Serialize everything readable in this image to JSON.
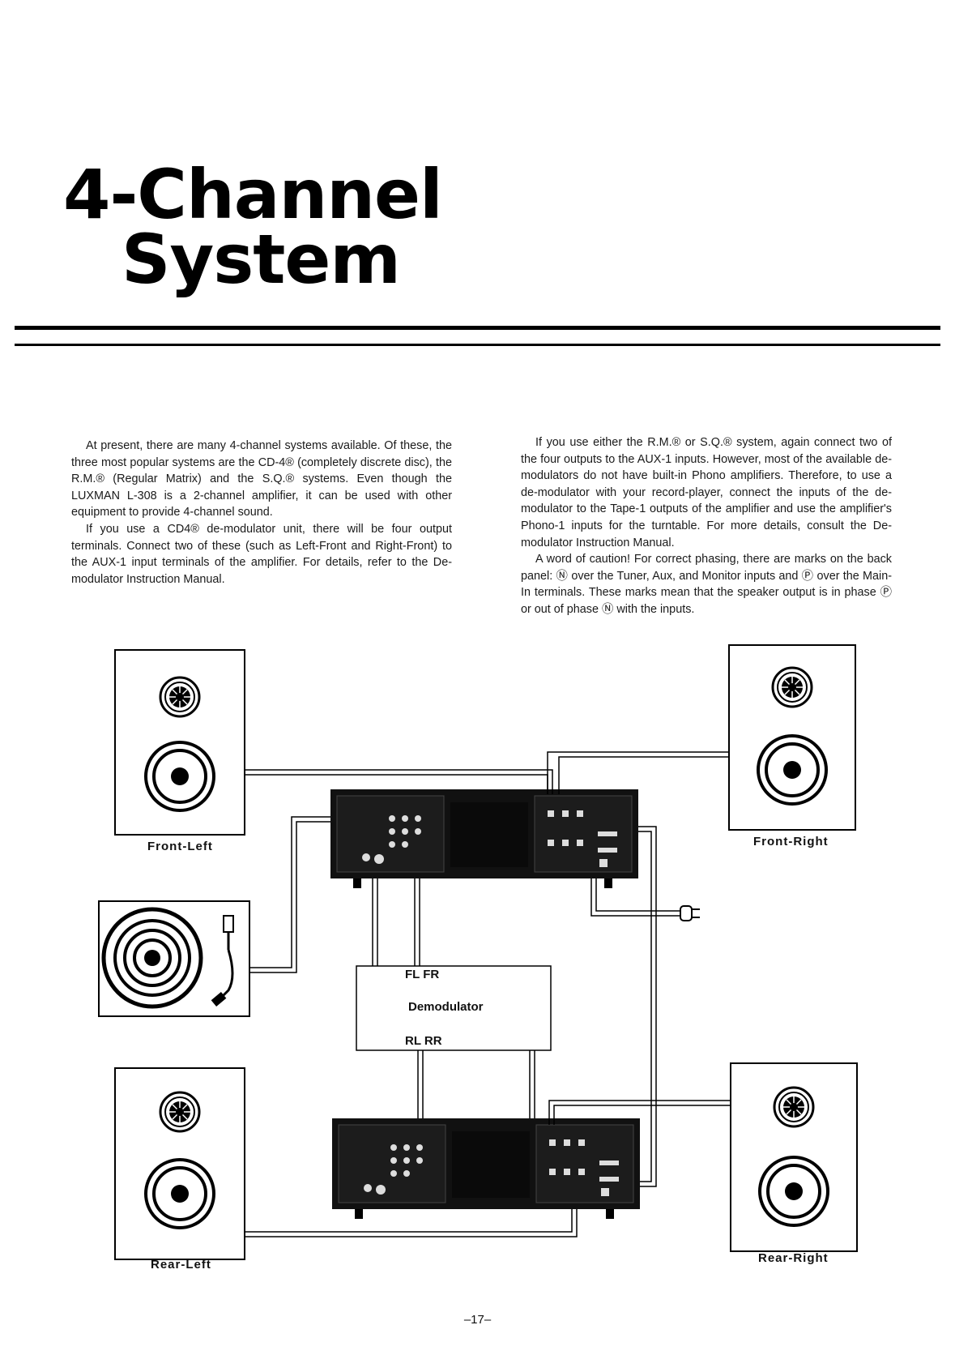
{
  "title": {
    "line1": "4-Channel",
    "line2": "System"
  },
  "left_column": {
    "p1": "At present, there are many 4-channel systems available. Of these, the three most popular systems are the CD-4® (completely discrete disc), the R.M.® (Regular Matrix) and the S.Q.® systems. Even though the LUXMAN L-308 is a 2-channel amplifier, it can be used with other equipment to provide 4-channel sound.",
    "p2": "If you use a CD4® de-modulator unit, there will be four output terminals. Connect two of these (such as Left-Front and Right-Front) to the AUX-1 input terminals of the amplifier. For details, refer to the De-modulator Instruction Manual."
  },
  "right_column": {
    "p1": "If you use either the R.M.® or S.Q.® system, again connect two of the four outputs to the AUX-1 inputs. However, most of the available de-modulators do not have built-in Phono amplifiers. Therefore, to use a de-modulator with your record-player, connect the inputs of the de-modulator to the Tape-1 outputs of the amplifier and use the amplifier's Phono-1 inputs for the turntable. For more details, consult the De-modulator Instruction Manual.",
    "p2": "A word of caution! For correct phasing, there are marks on the back panel: Ⓝ over the Tuner, Aux, and Monitor inputs and Ⓟ over the Main-In terminals. These marks mean that the speaker output is in phase Ⓟ or out of phase Ⓝ with the inputs."
  },
  "diagram": {
    "front_left": "Front-Left",
    "front_right": "Front-Right",
    "rear_left": "Rear-Left",
    "rear_right": "Rear-Right",
    "demod_top": "FL FR",
    "demod_name": "Demodulator",
    "demod_bottom": "RL RR"
  },
  "page_number": "–17–"
}
